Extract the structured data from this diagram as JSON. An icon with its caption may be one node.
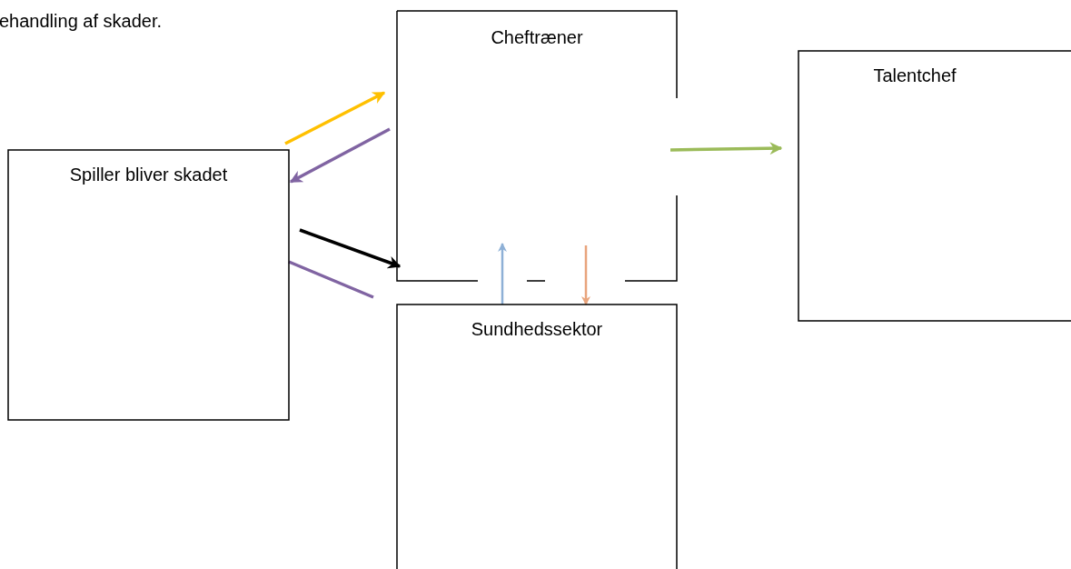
{
  "diagram": {
    "nodes": [
      {
        "text": [
          "Cheftræner"
        ]
      },
      {
        "text": [
          "Talentchef"
        ]
      },
      {
        "text": [
          "Spiller bliver skadet"
        ]
      },
      {
        "text": [
          "Sundhedssektor"
        ]
      }
    ],
    "edges": [
      {
        "from": 2,
        "to": 0,
        "arrow": "to",
        "color": "#ffc000"
      },
      {
        "from": 0,
        "to": 2,
        "arrow": "to",
        "color": "#8064a2"
      },
      {
        "from": 2,
        "to": 0,
        "arrow": "to",
        "color": "#000000"
      },
      {
        "from": 2,
        "to": 3,
        "arrow": "none",
        "color": "#8064a2"
      },
      {
        "from": 0,
        "to": 1,
        "arrow": "to",
        "color": "#9bbb59"
      },
      {
        "from": 3,
        "to": 0,
        "arrow": "to",
        "color": "#8eb0d6"
      },
      {
        "from": 0,
        "to": 3,
        "arrow": "to",
        "color": "#e8a47c"
      }
    ],
    "labels": [
      "ehandling af skader."
    ]
  }
}
